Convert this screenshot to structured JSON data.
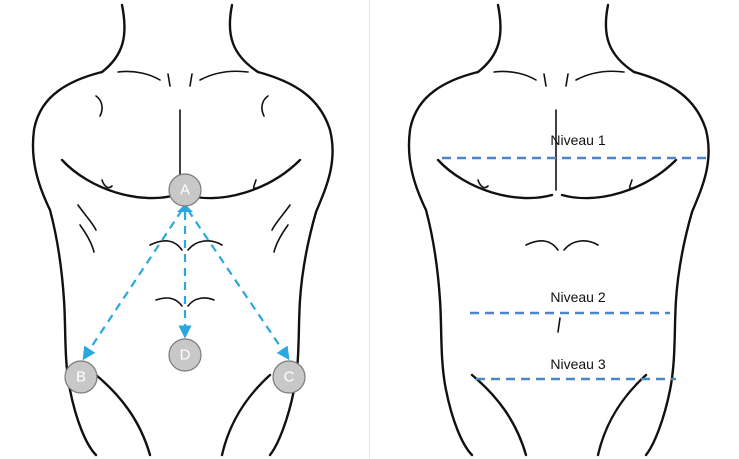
{
  "points": {
    "A": "A",
    "B": "B",
    "C": "C",
    "D": "D"
  },
  "levels": {
    "level1": "Niveau 1",
    "level2": "Niveau 2",
    "level3": "Niveau 3"
  },
  "colors": {
    "arrow": "#29a8e0",
    "level_line": "#4a86c8",
    "point_fill": "#c8c8c8",
    "ink": "#111111"
  }
}
